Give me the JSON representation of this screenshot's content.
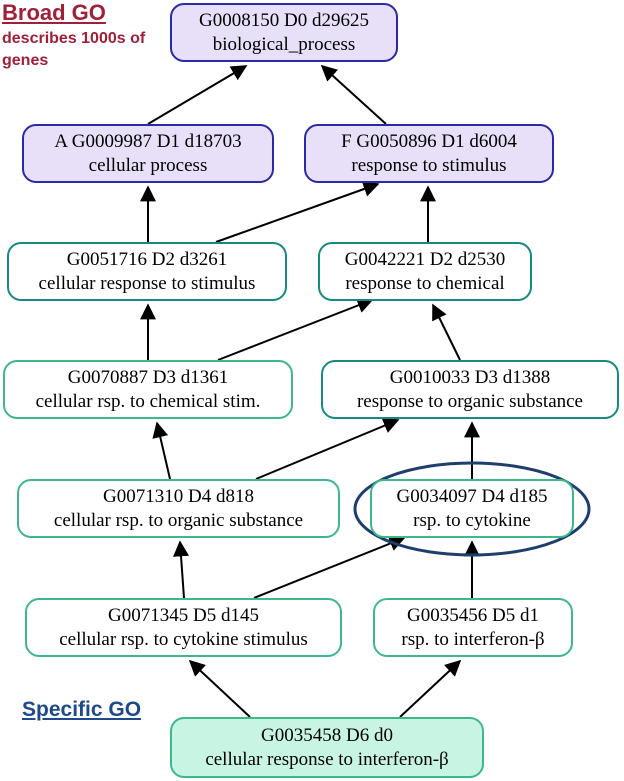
{
  "header": {
    "broad_title": "Broad GO",
    "broad_subtitle": "describes 1000s of genes",
    "specific_title": "Specific GO"
  },
  "colors": {
    "broad_label": "#a0203a",
    "specific_label": "#1e4a8a",
    "edge": "#000000",
    "highlight_ellipse": "#1e3f6e"
  },
  "nodes": [
    {
      "id": "n0",
      "line1": "G0008150 D0 d29625",
      "line2": "biological_process"
    },
    {
      "id": "n1",
      "line1": "A  G0009987 D1 d18703",
      "line2": "cellular process"
    },
    {
      "id": "n2",
      "line1": "F  G0050896 D1 d6004",
      "line2": "response to stimulus"
    },
    {
      "id": "n3",
      "line1": "G0051716 D2 d3261",
      "line2": "cellular response to stimulus"
    },
    {
      "id": "n4",
      "line1": "G0042221 D2 d2530",
      "line2": "response to chemical"
    },
    {
      "id": "n5",
      "line1": "G0070887 D3 d1361",
      "line2": "cellular rsp. to chemical stim."
    },
    {
      "id": "n6",
      "line1": "G0010033 D3 d1388",
      "line2": "response to organic substance"
    },
    {
      "id": "n7",
      "line1": "G0071310 D4 d818",
      "line2": "cellular rsp. to organic substance"
    },
    {
      "id": "n8",
      "line1": "G0034097 D4 d185",
      "line2": "rsp. to cytokine"
    },
    {
      "id": "n9",
      "line1": "G0071345 D5 d145",
      "line2": "cellular rsp. to cytokine stimulus"
    },
    {
      "id": "n10",
      "line1": "G0035456 D5 d1",
      "line2": "rsp. to interferon-β"
    },
    {
      "id": "n11",
      "line1": "G0035458 D6 d0",
      "line2": "cellular response to interferon-β"
    }
  ],
  "edges": [
    [
      "n1",
      "n0"
    ],
    [
      "n2",
      "n0"
    ],
    [
      "n3",
      "n1"
    ],
    [
      "n3",
      "n2"
    ],
    [
      "n4",
      "n2"
    ],
    [
      "n5",
      "n3"
    ],
    [
      "n5",
      "n4"
    ],
    [
      "n6",
      "n4"
    ],
    [
      "n7",
      "n5"
    ],
    [
      "n7",
      "n6"
    ],
    [
      "n8",
      "n6"
    ],
    [
      "n9",
      "n7"
    ],
    [
      "n9",
      "n8"
    ],
    [
      "n10",
      "n8"
    ],
    [
      "n11",
      "n9"
    ],
    [
      "n11",
      "n10"
    ]
  ],
  "highlighted_node": "n8"
}
